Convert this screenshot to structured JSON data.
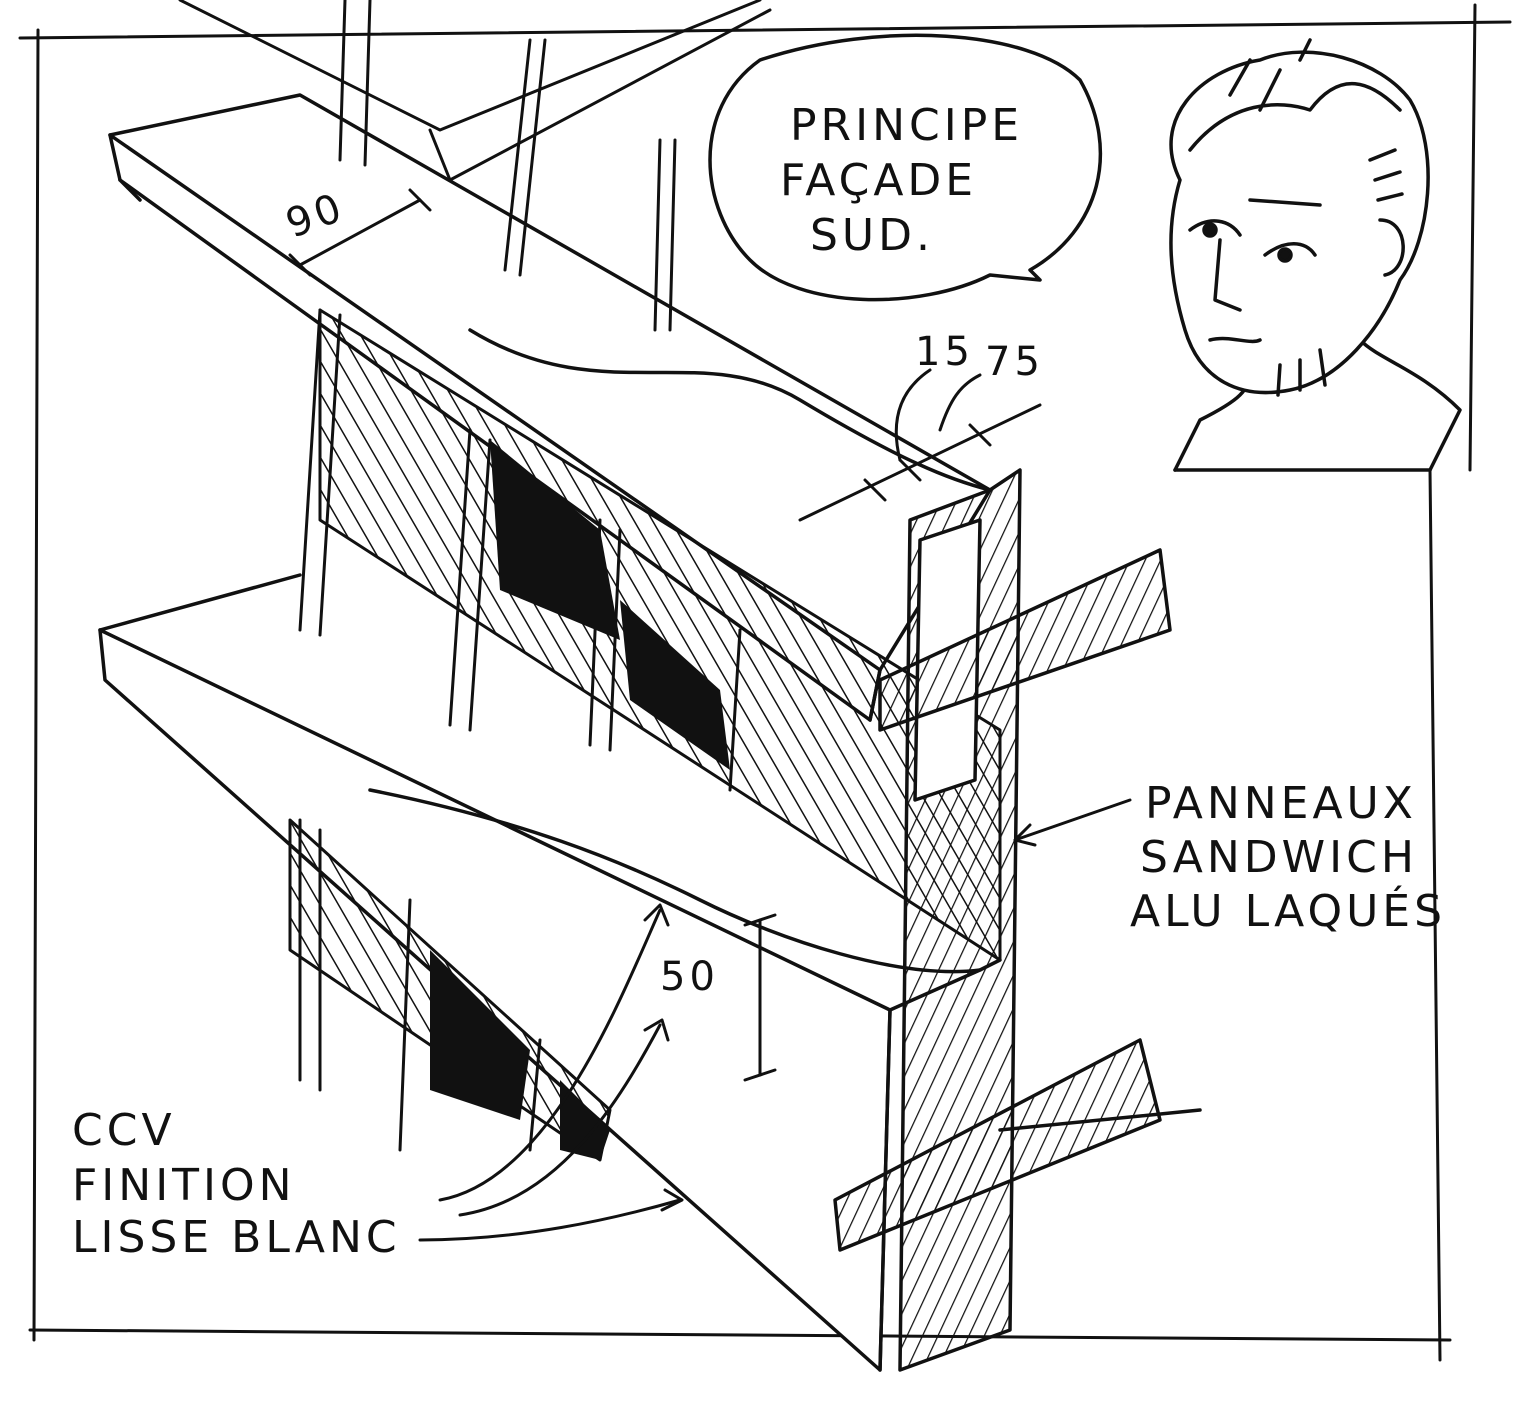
{
  "speech_bubble": {
    "line1": "PRINCIPE",
    "line2": "FAÇADE",
    "line3": "SUD."
  },
  "dimensions": {
    "depth": "90",
    "panel_offset": "15",
    "panel_width": "75",
    "slab_height": "50"
  },
  "labels": {
    "panels_line1": "PANNEAUX",
    "panels_line2": "SANDWICH",
    "panels_line3": "ALU LAQUÉS",
    "concrete_line1": "CCV",
    "concrete_line2": "FINITION",
    "concrete_line3": "LISSE BLANC"
  }
}
